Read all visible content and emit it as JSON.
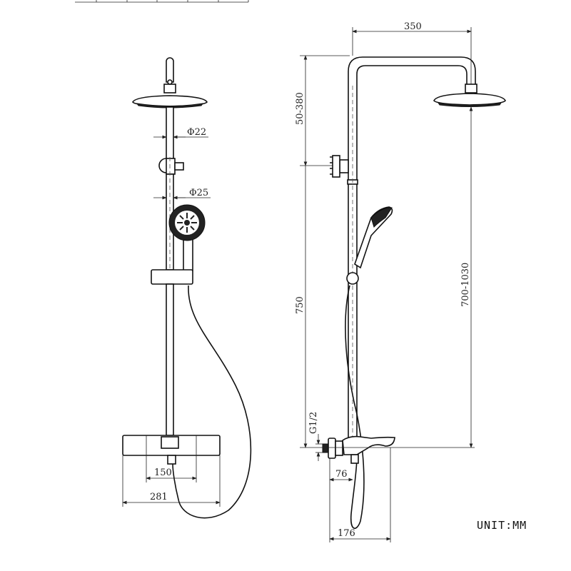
{
  "front_view": {
    "labels": {
      "pipe_upper_diameter": "Φ22",
      "pipe_lower_diameter": "Φ25",
      "mixer_inlet_spacing": "150",
      "mixer_width": "281"
    }
  },
  "side_view": {
    "labels": {
      "arm_length": "350",
      "bracket_offset": "50-380",
      "height_to_bracket": "750",
      "head_height": "700-1030",
      "inlet_thread": "G1/2",
      "inlet_offset": "76",
      "depth": "176"
    }
  },
  "unit_label": "UNIT:MM"
}
